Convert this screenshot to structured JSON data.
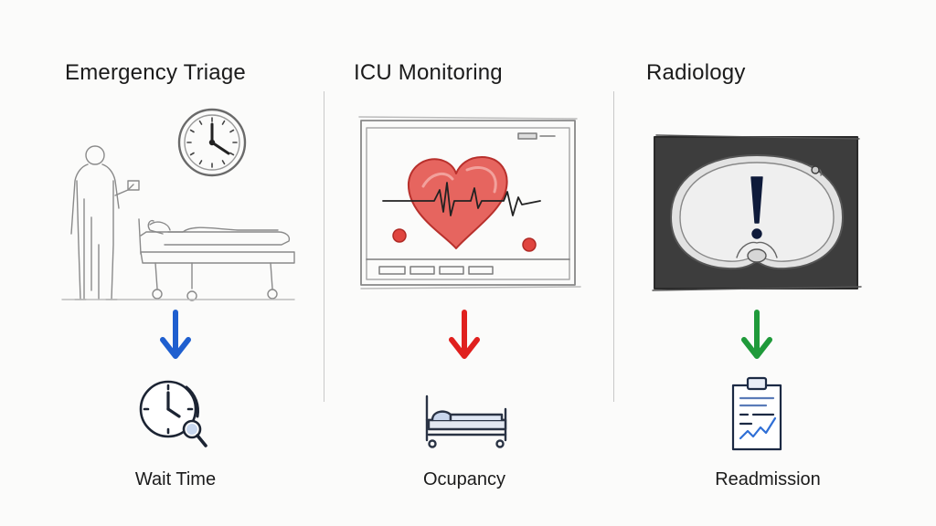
{
  "columns": [
    {
      "title": "Emergency Triage",
      "metric": "Wait Time",
      "arrow_color": "#1f5fcf",
      "sketch_icon": "triage-scene-icon",
      "metric_icon": "clock-search-icon"
    },
    {
      "title": "ICU Monitoring",
      "metric": "Ocupancy",
      "arrow_color": "#e0201e",
      "sketch_icon": "heart-monitor-icon",
      "metric_icon": "hospital-bed-icon"
    },
    {
      "title": "Radiology",
      "metric": "Readmission",
      "arrow_color": "#1f9a3a",
      "sketch_icon": "ct-scan-alert-icon",
      "metric_icon": "clipboard-chart-icon"
    }
  ]
}
